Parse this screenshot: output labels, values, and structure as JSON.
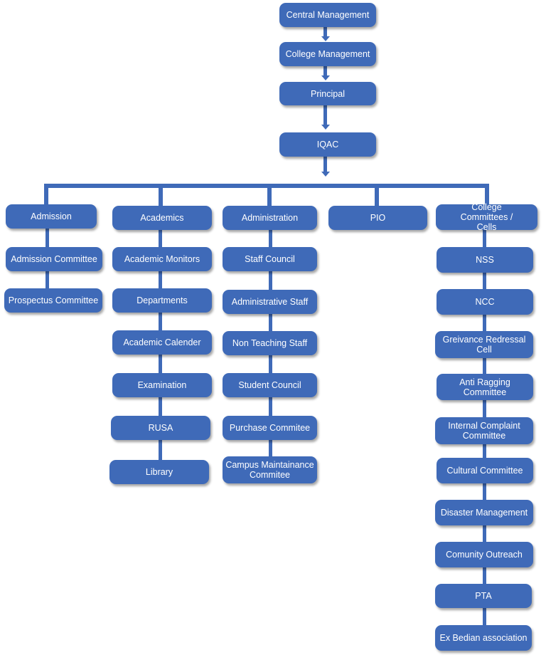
{
  "top": {
    "central": "Central Management",
    "college": "College Management",
    "principal": "Principal",
    "iqac": "IQAC"
  },
  "branches": {
    "admission": {
      "head": "Admission",
      "items": [
        "Admission Committee",
        "Prospectus Committee"
      ]
    },
    "academics": {
      "head": "Academics",
      "items": [
        "Academic Monitors",
        "Departments",
        "Academic Calender",
        "Examination",
        "RUSA",
        "Library"
      ]
    },
    "administration": {
      "head": "Administration",
      "items": [
        "Staff Council",
        "Administrative Staff",
        "Non Teaching Staff",
        "Student Council",
        "Purchase Commitee",
        "Campus Maintainance Commitee"
      ]
    },
    "pio": {
      "head": "PIO",
      "items": []
    },
    "committees": {
      "head": "College Committees / Cells",
      "items": [
        "NSS",
        "NCC",
        "Greivance Redressal Cell",
        "Anti Ragging Committee",
        "Internal Complaint Committee",
        "Cultural Committee",
        "Disaster Management",
        "Comunity Outreach",
        "PTA",
        "Ex Bedian association"
      ]
    }
  },
  "colors": {
    "box": "#3f6ab8",
    "text": "#ffffff"
  }
}
